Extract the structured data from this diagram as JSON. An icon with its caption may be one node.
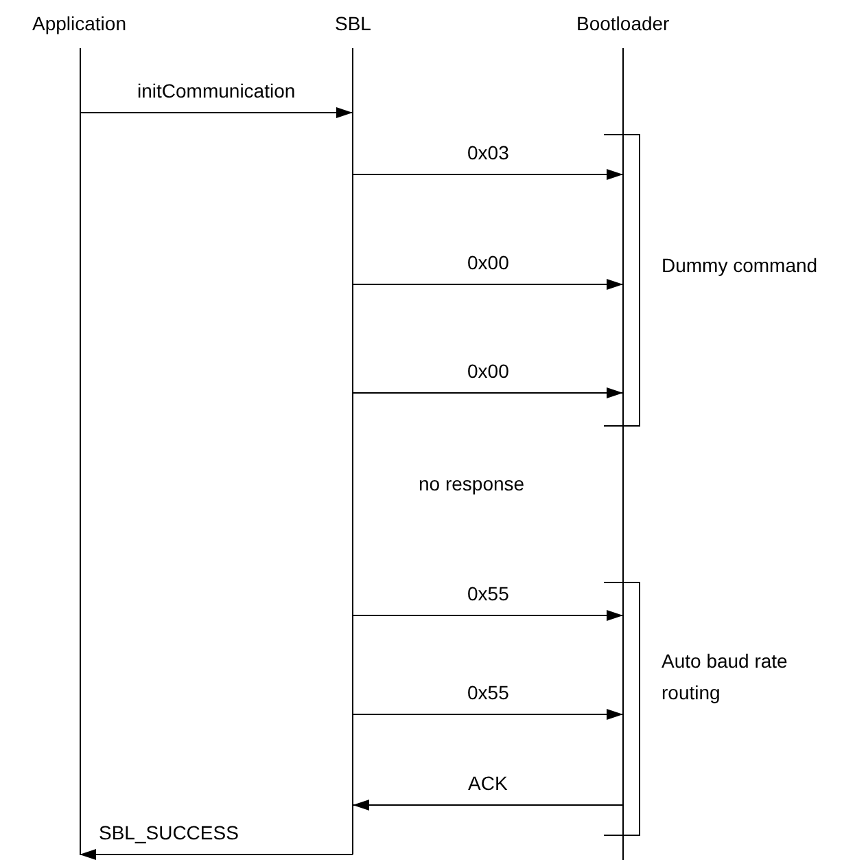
{
  "diagram": {
    "nodes": [
      {
        "text": [
          "Application"
        ]
      },
      {
        "text": [
          "SBL"
        ]
      },
      {
        "text": [
          "Bootloader"
        ]
      }
    ],
    "edges": [
      {
        "from": 0,
        "to": 1,
        "arrow": "to",
        "label": "initCommunication"
      },
      {
        "from": 1,
        "to": 2,
        "arrow": "to",
        "label": "0x03"
      },
      {
        "from": 1,
        "to": 2,
        "arrow": "to",
        "label": "0x00"
      },
      {
        "from": 1,
        "to": 2,
        "arrow": "to",
        "label": "0x00"
      },
      {
        "from": 1,
        "to": 2,
        "arrow": "to",
        "label": "0x55"
      },
      {
        "from": 1,
        "to": 2,
        "arrow": "to",
        "label": "0x55"
      },
      {
        "from": 2,
        "to": 1,
        "arrow": "to",
        "label": "ACK"
      },
      {
        "from": 1,
        "to": 0,
        "arrow": "to",
        "label": "SBL_SUCCESS"
      }
    ],
    "labels": [
      "Dummy command",
      "no response",
      "Auto baud rate routing"
    ]
  }
}
